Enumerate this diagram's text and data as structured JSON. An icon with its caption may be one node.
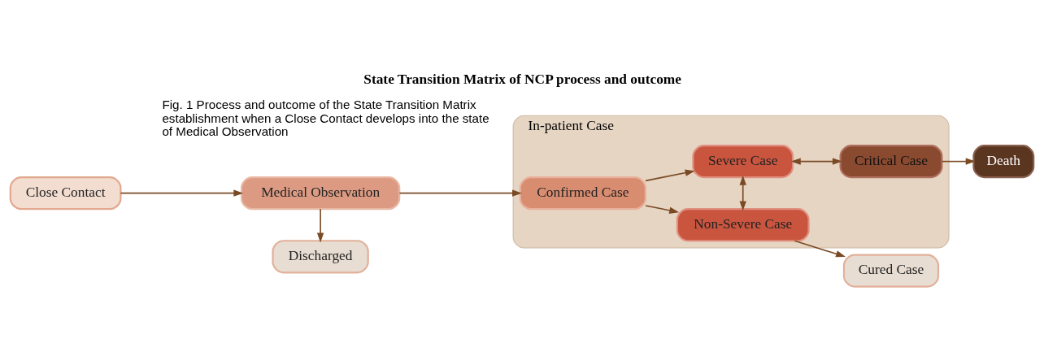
{
  "diagram": {
    "title": "State Transition Matrix of NCP process and outcome",
    "caption": "Fig. 1 Process and outcome of the State Transition Matrix establishment when a Close Contact develops into the state of Medical Observation",
    "nodes": [
      {
        "text": [
          "Close Contact"
        ]
      },
      {
        "text": [
          "Medical Observation"
        ]
      },
      {
        "text": [
          "Discharged"
        ]
      },
      {
        "text": [
          "In-patient Case"
        ]
      },
      {
        "text": [
          "Confirmed Case"
        ],
        "in": 3
      },
      {
        "text": [
          "Non-Severe Case"
        ],
        "in": 3
      },
      {
        "text": [
          "Severe Case"
        ],
        "in": 3
      },
      {
        "text": [
          "Critical Case"
        ],
        "in": 3
      },
      {
        "text": [
          "Cured Case"
        ]
      },
      {
        "text": [
          "Death"
        ]
      }
    ],
    "edges": [
      {
        "from": 0,
        "to": 1,
        "arrow": "to"
      },
      {
        "from": 1,
        "to": 2,
        "arrow": "to"
      },
      {
        "from": 1,
        "to": 4,
        "arrow": "to"
      },
      {
        "from": 4,
        "to": 5,
        "arrow": "to"
      },
      {
        "from": 4,
        "to": 6,
        "arrow": "to"
      },
      {
        "from": 5,
        "to": 6,
        "arrow": "both"
      },
      {
        "from": 6,
        "to": 7,
        "arrow": "both"
      },
      {
        "from": 5,
        "to": 8,
        "arrow": "to"
      },
      {
        "from": 7,
        "to": 9,
        "arrow": "to"
      }
    ]
  }
}
